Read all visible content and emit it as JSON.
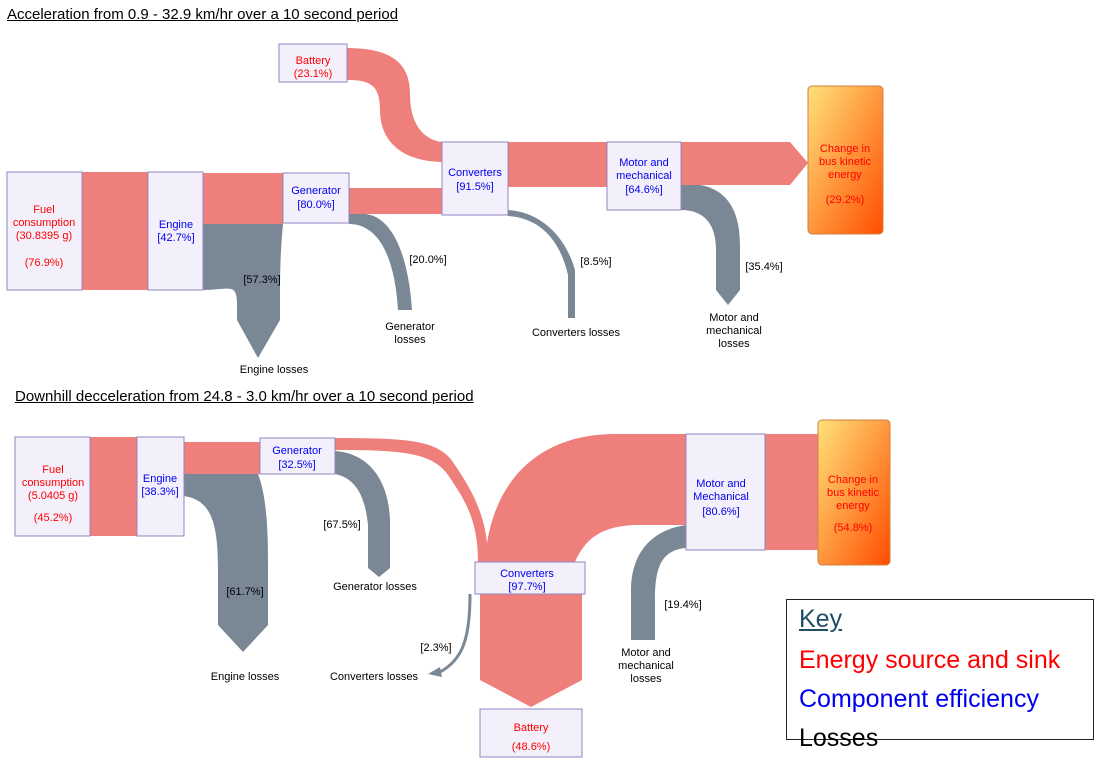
{
  "colors": {
    "flow": "#ef7f7b",
    "loss": "#7a8896",
    "box_fill": "#f3f0fb",
    "box_border": "#8f86c4",
    "source_text": "#ff0000",
    "efficiency_text": "#0000ee",
    "loss_text": "#000000",
    "sink_gradient_light": "#ffe27a",
    "sink_gradient_dark": "#ff4d00"
  },
  "top": {
    "title": "Acceleration from 0.9 - 32.9 km/hr over a 10 second period",
    "fuel": {
      "label": [
        "Fuel",
        "consumption",
        "(30.8395 g)"
      ],
      "pct": "(76.9%)"
    },
    "battery": {
      "label": "Battery",
      "pct": "(23.1%)"
    },
    "engine": {
      "label": "Engine",
      "pct": "[42.7%]"
    },
    "generator": {
      "label": "Generator",
      "pct": "[80.0%]"
    },
    "converters": {
      "label": "Converters",
      "pct": "[91.5%]"
    },
    "motor": {
      "label": [
        "Motor and",
        "mechanical"
      ],
      "pct": "[64.6%]"
    },
    "sink": {
      "label": [
        "Change in",
        "bus kinetic",
        "energy"
      ],
      "pct": "(29.2%)"
    },
    "losses": {
      "engine": {
        "pct": "[57.3%]",
        "label": [
          "Engine losses"
        ]
      },
      "generator": {
        "pct": "[20.0%]",
        "label": [
          "Generator",
          "losses"
        ]
      },
      "converters": {
        "pct": "[8.5%]",
        "label": [
          "Converters losses"
        ]
      },
      "motor": {
        "pct": "[35.4%]",
        "label": [
          "Motor and",
          "mechanical",
          "losses"
        ]
      }
    }
  },
  "bottom": {
    "title": "Downhill decceleration from 24.8 - 3.0 km/hr over a 10 second period",
    "fuel": {
      "label": [
        "Fuel",
        "consumption",
        "(5.0405 g)"
      ],
      "pct": "(45.2%)"
    },
    "engine": {
      "label": "Engine",
      "pct": "[38.3%]"
    },
    "generator": {
      "label": "Generator",
      "pct": "[32.5%]"
    },
    "converters": {
      "label": "Converters",
      "pct": "[97.7%]"
    },
    "motor": {
      "label": [
        "Motor and",
        "Mechanical"
      ],
      "pct": "[80.6%]"
    },
    "sink": {
      "label": [
        "Change in",
        "bus kinetic",
        "energy"
      ],
      "pct": "(54.8%)"
    },
    "battery": {
      "label": "Battery",
      "pct": "(48.6%)"
    },
    "losses": {
      "engine": {
        "pct": "[61.7%]",
        "label": [
          "Engine losses"
        ]
      },
      "generator": {
        "pct": "[67.5%]",
        "label": [
          "Generator losses"
        ]
      },
      "converters": {
        "pct": "[2.3%]",
        "label": [
          "Converters losses"
        ]
      },
      "motor": {
        "pct": "[19.4%]",
        "label": [
          "Motor and",
          "mechanical",
          "losses"
        ]
      }
    }
  },
  "key": {
    "title": "Key",
    "source": "Energy source and sink",
    "efficiency": "Component efficiency",
    "losses": "Losses"
  }
}
